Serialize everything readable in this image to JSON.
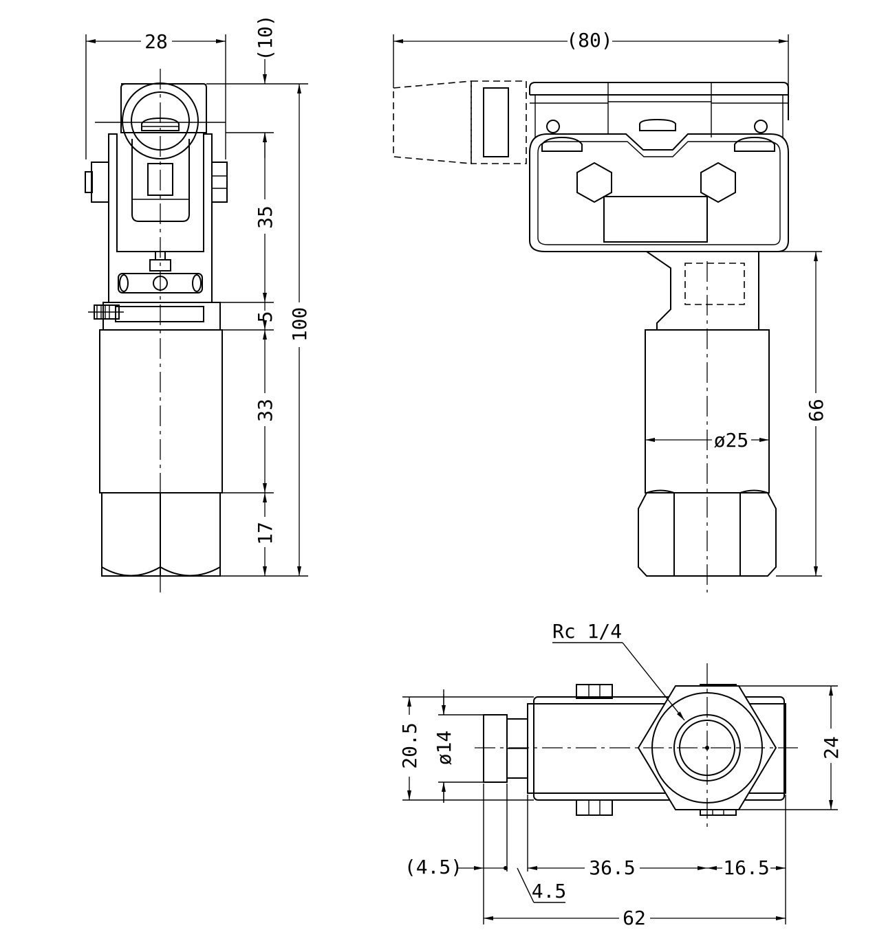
{
  "dimensions": {
    "width_28": "28",
    "ref_10": "(10)",
    "ref_80": "(80)",
    "h_35": "35",
    "h_5": "5",
    "h_100": "100",
    "h_33": "33",
    "h_17": "17",
    "h_66": "66",
    "dia_25": "ø25",
    "thread": "Rc 1/4",
    "h_20_5": "20.5",
    "dia_14": "ø14",
    "h_24": "24",
    "ref_4_5": "(4.5)",
    "w_36_5": "36.5",
    "w_16_5": "16.5",
    "w_4_5": "4.5",
    "w_62": "62"
  }
}
